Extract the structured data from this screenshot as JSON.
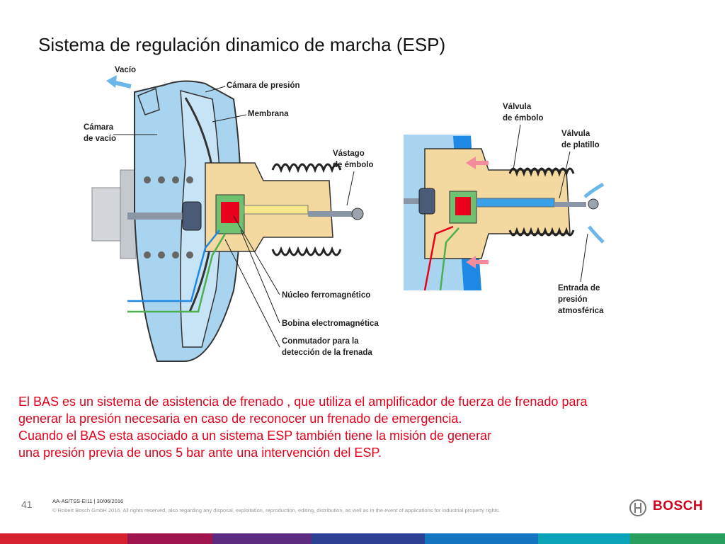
{
  "slide": {
    "title": "Sistema de regulación dinamico de marcha (ESP)",
    "page_number": "41",
    "meta": "AA-AS/TSS-EI11 | 30/06/2016",
    "copyright": "© Robert Bosch GmbH 2016. All rights reserved, also regarding any disposal, exploitation, reproduction, editing, distribution, as well as in the event of applications for industrial property rights.",
    "brand": "BOSCH"
  },
  "diagram": {
    "labels": {
      "vacio": "Vacío",
      "camara_presion": "Cámara de presión",
      "membrana": "Membrana",
      "camara_vacio_1": "Cámara",
      "camara_vacio_2": "de vacío",
      "vastago_1": "Vástago",
      "vastago_2": "de émbolo",
      "nucleo": "Núcleo ferromagnético",
      "bobina": "Bobina electromagnética",
      "conmutador_1": "Conmutador para la",
      "conmutador_2": "detección de la frenada",
      "valvula_embolo_1": "Válvula",
      "valvula_embolo_2": "de émbolo",
      "valvula_platillo_1": "Válvula",
      "valvula_platillo_2": "de platillo",
      "entrada_1": "Entrada de",
      "entrada_2": "presión",
      "entrada_3": "atmosférica"
    },
    "colors": {
      "light_blue": "#a9d4ef",
      "housing_blue": "#c7e3f6",
      "tan": "#f3d9a0",
      "red": "#e8001c",
      "green": "#4caf50",
      "wire_blue": "#1e88e5",
      "gray": "#8a96a6"
    }
  },
  "body": {
    "lines": [
      "El BAS es un sistema de asistencia de frenado , que utiliza el amplificador de fuerza de frenado para",
      "generar la presión necesaria en caso de reconocer un frenado de emergencia.",
      "Cuando el BAS esta asociado a un sistema ESP también tiene la misión de generar",
      "una presión previa de unos 5 bar ante una intervención del ESP."
    ]
  }
}
